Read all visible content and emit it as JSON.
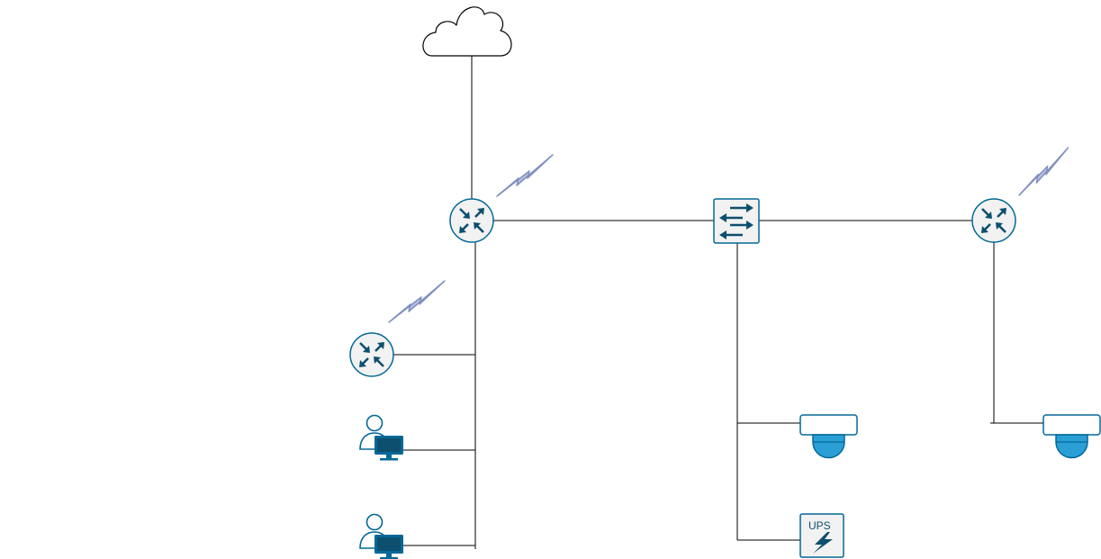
{
  "colors": {
    "background": "#ffffff",
    "line": "#000000",
    "cisco_blue": "#036897",
    "cisco_dark": "#0d4f6e",
    "device_fill": "#f2f2f2",
    "camera_lens": "#2a9fd6",
    "wireless": "#7f8fbf"
  },
  "nodes": [
    {
      "id": "internet",
      "icon": "cloud-icon"
    },
    {
      "id": "router-main",
      "icon": "router-icon",
      "wireless": true
    },
    {
      "id": "router-left",
      "icon": "router-icon",
      "wireless": true
    },
    {
      "id": "switch-central",
      "icon": "switch-icon"
    },
    {
      "id": "router-right",
      "icon": "router-icon",
      "wireless": true
    },
    {
      "id": "workstation-1",
      "icon": "user-workstation-icon"
    },
    {
      "id": "workstation-2",
      "icon": "user-workstation-icon"
    },
    {
      "id": "camera-1",
      "icon": "dome-camera-icon"
    },
    {
      "id": "camera-2",
      "icon": "dome-camera-icon"
    },
    {
      "id": "ups",
      "icon": "ups-icon",
      "label": "UPS"
    }
  ],
  "links": [
    {
      "from": "internet",
      "to": "router-main"
    },
    {
      "from": "router-main",
      "to": "switch-central"
    },
    {
      "from": "switch-central",
      "to": "router-right"
    },
    {
      "from": "router-main",
      "to": "router-left"
    },
    {
      "from": "router-main",
      "to": "workstation-1"
    },
    {
      "from": "router-main",
      "to": "workstation-2"
    },
    {
      "from": "switch-central",
      "to": "camera-1"
    },
    {
      "from": "switch-central",
      "to": "ups"
    },
    {
      "from": "router-right",
      "to": "camera-2"
    }
  ]
}
